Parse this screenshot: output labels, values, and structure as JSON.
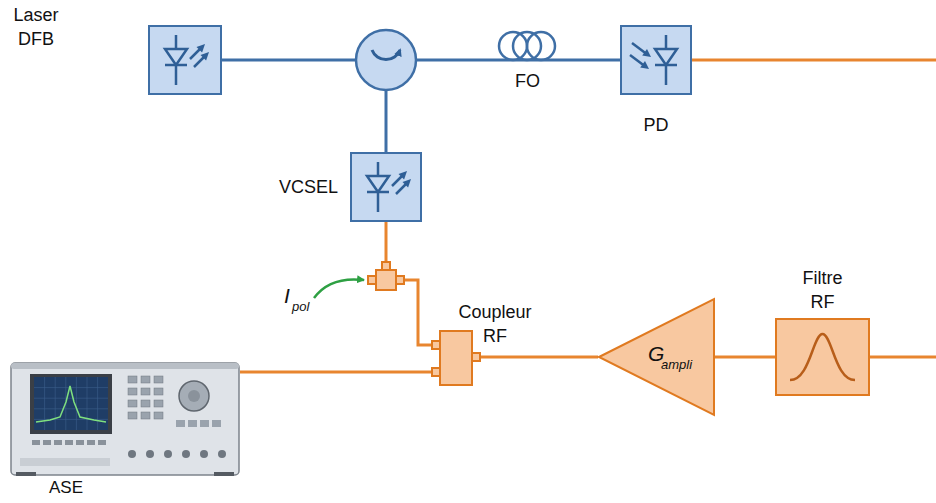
{
  "diagram": {
    "nodes": [
      {
        "text": [
          "Laser DFB"
        ]
      },
      {
        "text": [
          "FO"
        ]
      },
      {
        "text": [
          "PD"
        ]
      },
      {
        "text": [
          "VCSEL"
        ]
      },
      {
        "text": [
          "Coupleur RF"
        ]
      },
      {
        "text": [
          "G",
          "ampli"
        ]
      },
      {
        "text": [
          "Filtre RF"
        ]
      },
      {
        "text": [
          "ASE"
        ]
      }
    ],
    "edges": [
      {
        "from": 1,
        "to": 2,
        "arrow": "none"
      },
      {
        "from": 7,
        "to": 4,
        "arrow": "none"
      },
      {
        "from": 4,
        "to": 5,
        "arrow": "none"
      },
      {
        "from": 5,
        "to": 6,
        "arrow": "none"
      }
    ],
    "labels": [
      "I",
      "pol"
    ]
  }
}
